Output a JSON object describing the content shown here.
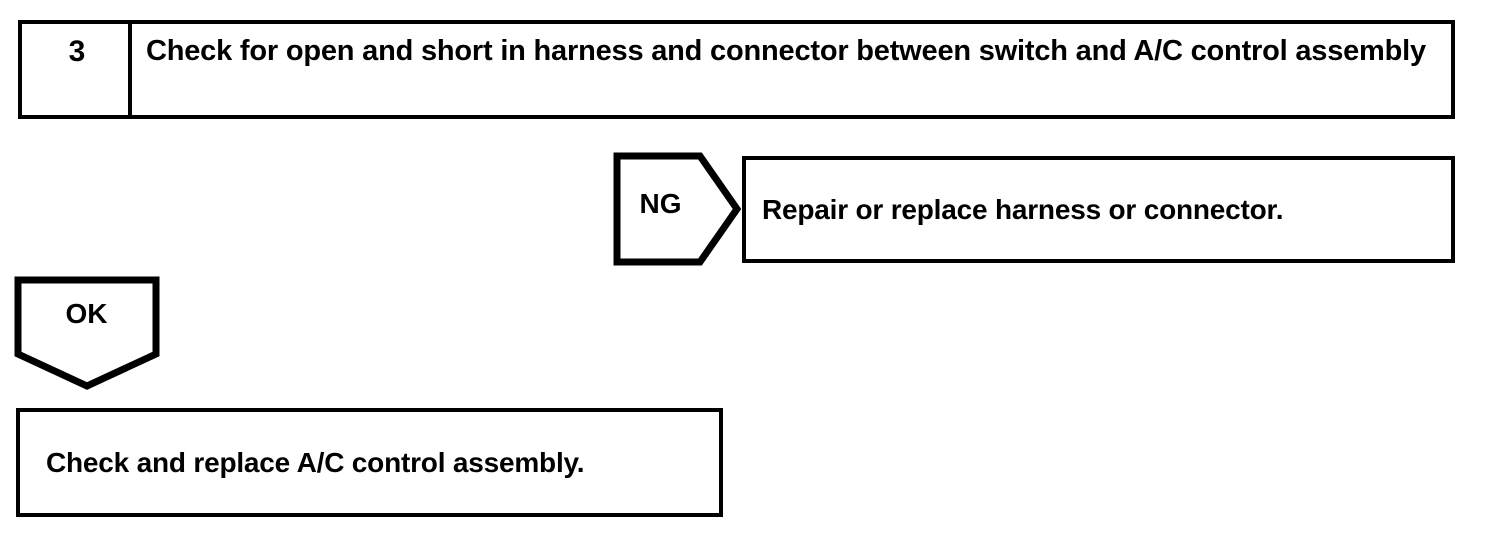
{
  "diagram": {
    "type": "troubleshooting-flowchart",
    "line_color": "#000000",
    "background_color": "#ffffff",
    "step": {
      "number": "3",
      "instruction": "Check for open and short in harness and connector between switch and A/C control assembly"
    },
    "branches": [
      {
        "label": "NG",
        "shape": "pentagon-right",
        "result": "Repair or replace harness or connector."
      },
      {
        "label": "OK",
        "shape": "pentagon-down",
        "result": "Check and replace A/C control assembly."
      }
    ]
  }
}
